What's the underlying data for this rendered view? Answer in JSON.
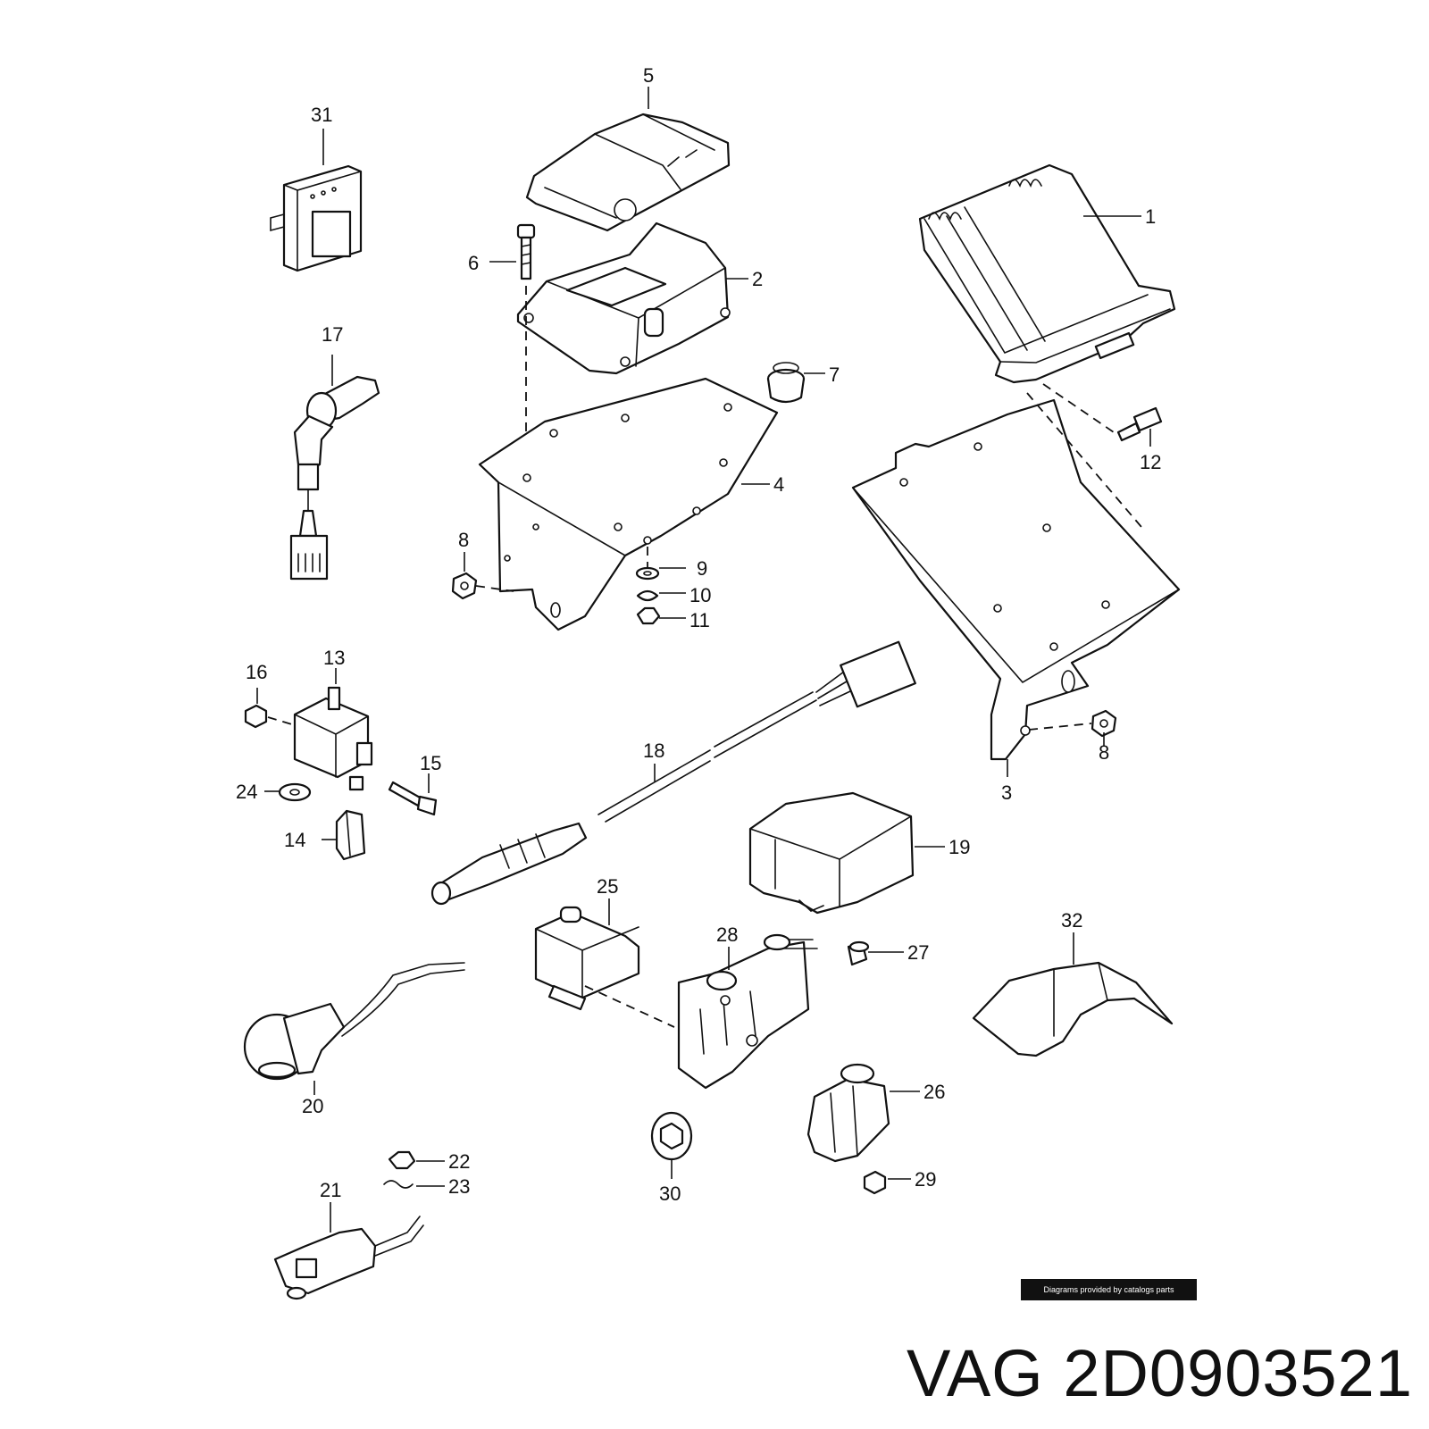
{
  "callouts": [
    "1",
    "2",
    "3",
    "4",
    "5",
    "6",
    "7",
    "8",
    "9",
    "10",
    "11",
    "12",
    "13",
    "14",
    "15",
    "16",
    "17",
    "18",
    "19",
    "20",
    "21",
    "22",
    "23",
    "24",
    "25",
    "26",
    "27",
    "28",
    "29",
    "30",
    "31",
    "32"
  ],
  "callout_8_second": "8",
  "credit_text": "Diagrams provided by catalogs parts",
  "caption": {
    "brand": "VAG",
    "part_number": "2D0903521"
  }
}
